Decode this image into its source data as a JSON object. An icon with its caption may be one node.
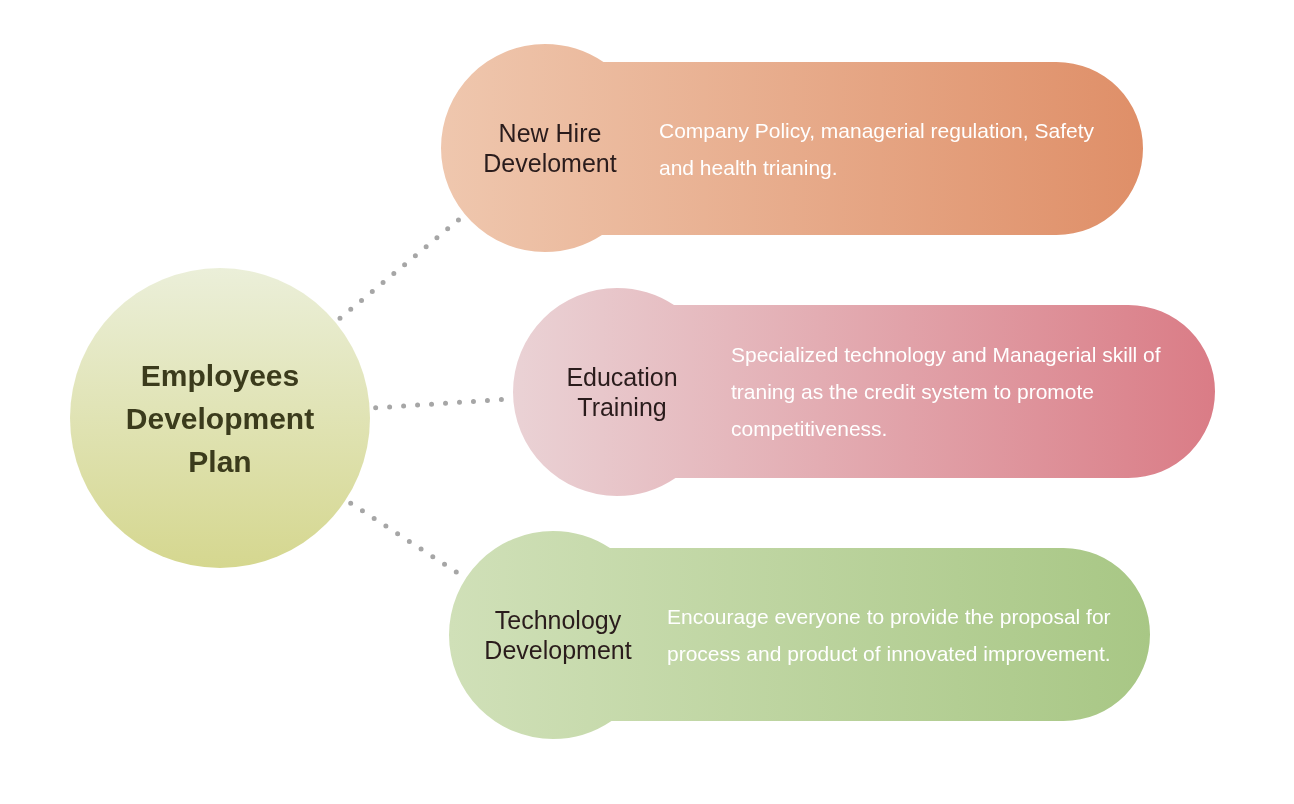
{
  "diagram": {
    "nodes": [
      {
        "text": [
          "Employees Development Plan"
        ]
      },
      {
        "text": [
          "New Hire Develoment",
          "Company Policy, managerial regulation, Safety and health trianing."
        ]
      },
      {
        "text": [
          "Education Training",
          "Specialized technology and Managerial skill of traning as the credit system to promote competitiveness."
        ]
      },
      {
        "text": [
          "Technology Development",
          "Encourage everyone to provide the proposal for process and product of innovated improvement."
        ]
      }
    ],
    "edges": [
      {
        "from": 0,
        "to": 1,
        "arrow": "none",
        "style": "dashed"
      },
      {
        "from": 0,
        "to": 2,
        "arrow": "none",
        "style": "dashed"
      },
      {
        "from": 0,
        "to": 3,
        "arrow": "none",
        "style": "dashed"
      }
    ]
  }
}
